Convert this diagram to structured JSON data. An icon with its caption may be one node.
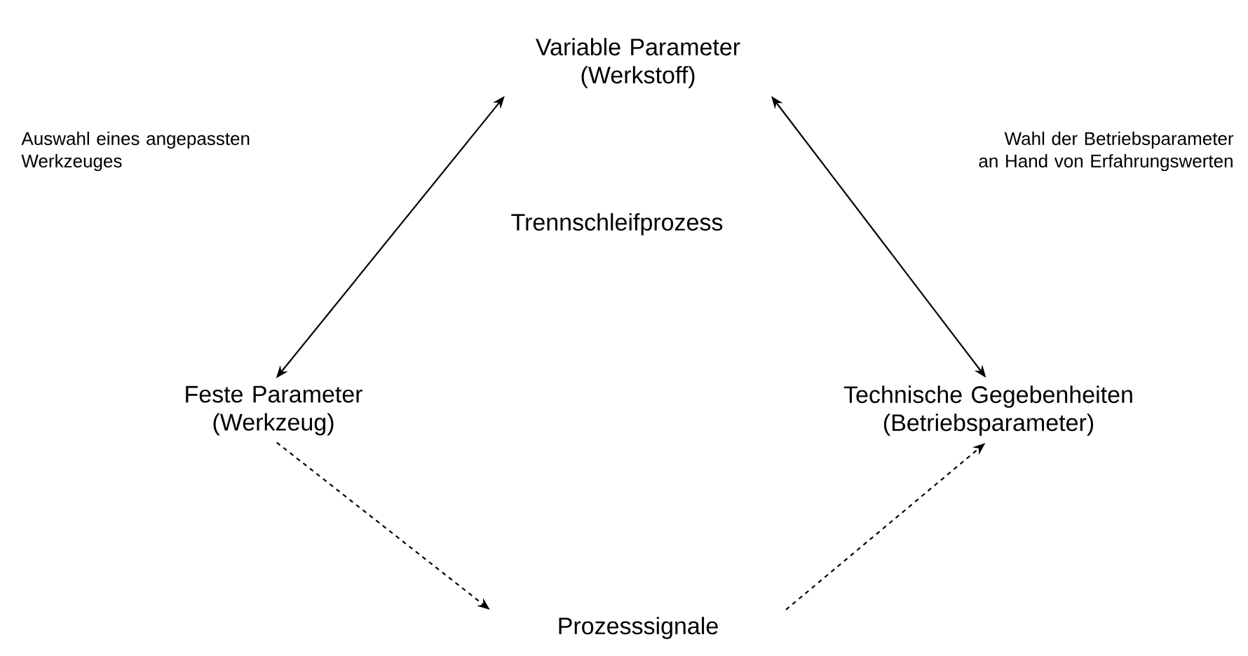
{
  "diagram": {
    "nodes": [
      {
        "text": [
          "Variable Parameter (Werkstoff)"
        ]
      },
      {
        "text": [
          "Feste Parameter (Werkzeug)"
        ]
      },
      {
        "text": [
          "Technische Gegebenheiten (Betriebsparameter)"
        ]
      },
      {
        "text": [
          "Prozesssignale"
        ]
      }
    ],
    "edges": [
      {
        "from": 0,
        "to": 1,
        "arrow": "both"
      },
      {
        "from": 0,
        "to": 2,
        "arrow": "both"
      },
      {
        "from": 1,
        "to": 3,
        "arrow": "to",
        "style": "dashed"
      },
      {
        "from": 3,
        "to": 2,
        "arrow": "to",
        "style": "dashed"
      }
    ],
    "labels": [
      "Auswahl eines angepassten Werkzeuges",
      "Wahl der Betriebsparameter an Hand von Erfahrungswerten",
      "Trennschleifprozess"
    ]
  }
}
